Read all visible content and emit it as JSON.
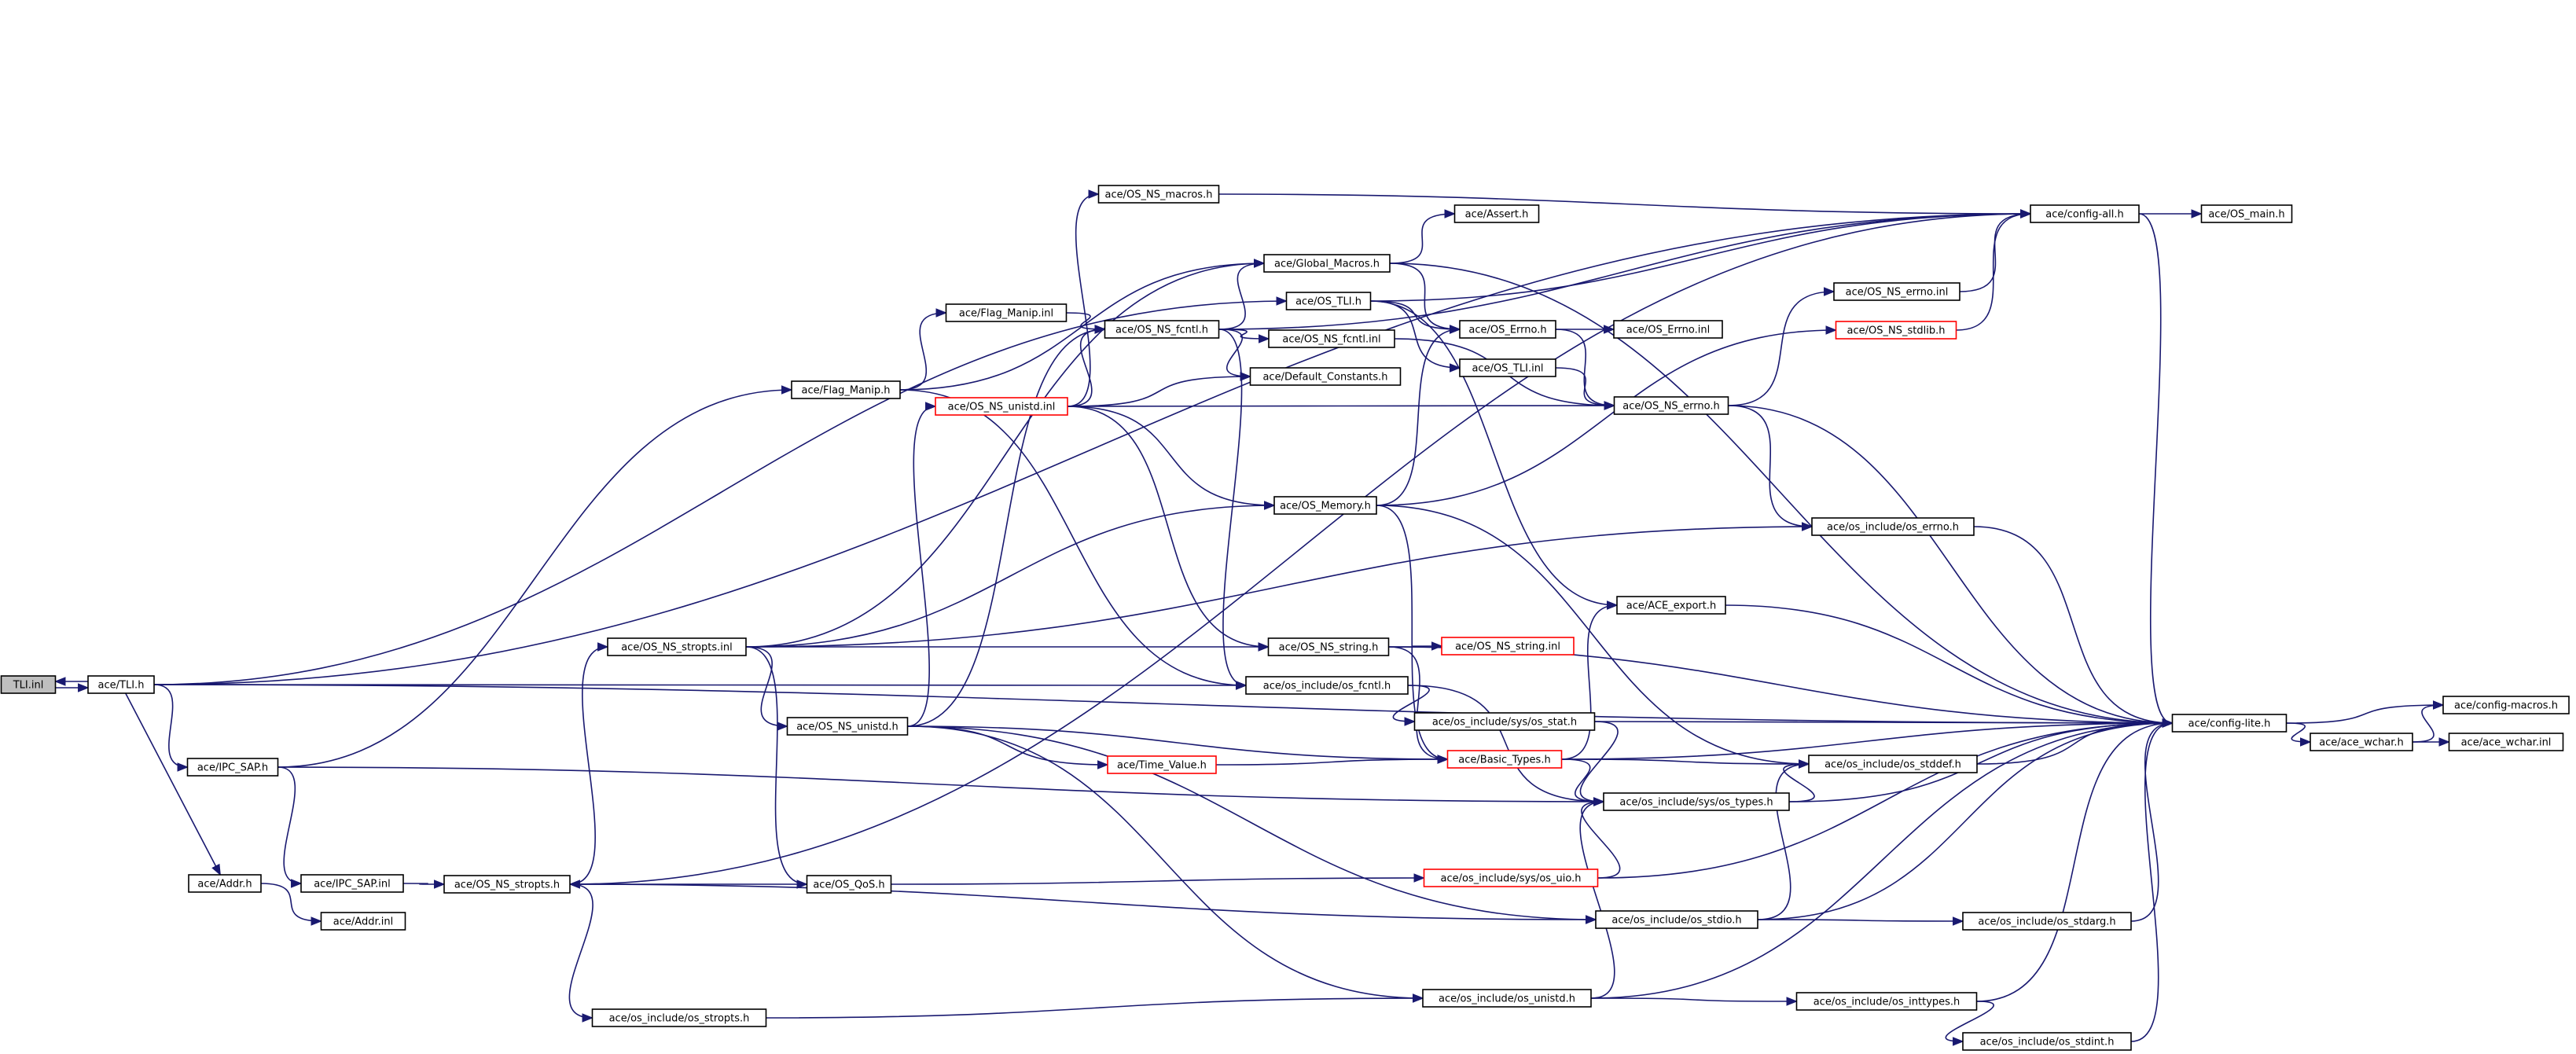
{
  "colors": {
    "edge": "#191970",
    "node_border": "#000000",
    "node_border_truncated": "#ff0000",
    "node_fill": "#ffffff",
    "root_fill": "#bfbfbf",
    "text": "#000000"
  },
  "nodes": [
    {
      "id": "tli_inl",
      "label": "TLI.inl",
      "root": true
    },
    {
      "id": "tli_h",
      "label": "ace/TLI.h"
    },
    {
      "id": "ipc_sap_h",
      "label": "ace/IPC_SAP.h"
    },
    {
      "id": "addr_h",
      "label": "ace/Addr.h"
    },
    {
      "id": "ipc_sap_inl",
      "label": "ace/IPC_SAP.inl"
    },
    {
      "id": "addr_inl",
      "label": "ace/Addr.inl"
    },
    {
      "id": "os_ns_stropts_h",
      "label": "ace/OS_NS_stropts.h"
    },
    {
      "id": "os_include_os_stropts_h",
      "label": "ace/os_include/os_stropts.h"
    },
    {
      "id": "os_ns_stropts_inl",
      "label": "ace/OS_NS_stropts.inl"
    },
    {
      "id": "os_ns_unistd_h",
      "label": "ace/OS_NS_unistd.h"
    },
    {
      "id": "os_qos_h",
      "label": "ace/OS_QoS.h"
    },
    {
      "id": "flag_manip_h",
      "label": "ace/Flag_Manip.h"
    },
    {
      "id": "flag_manip_inl",
      "label": "ace/Flag_Manip.inl"
    },
    {
      "id": "os_ns_unistd_inl",
      "label": "ace/OS_NS_unistd.inl",
      "truncated": true
    },
    {
      "id": "os_ns_macros_h",
      "label": "ace/OS_NS_macros.h"
    },
    {
      "id": "os_ns_fcntl_h",
      "label": "ace/OS_NS_fcntl.h"
    },
    {
      "id": "global_macros_h",
      "label": "ace/Global_Macros.h"
    },
    {
      "id": "os_tli_h",
      "label": "ace/OS_TLI.h"
    },
    {
      "id": "os_ns_fcntl_inl",
      "label": "ace/OS_NS_fcntl.inl"
    },
    {
      "id": "default_constants_h",
      "label": "ace/Default_Constants.h"
    },
    {
      "id": "os_memory_h",
      "label": "ace/OS_Memory.h"
    },
    {
      "id": "os_ns_string_h",
      "label": "ace/OS_NS_string.h"
    },
    {
      "id": "os_include_os_fcntl_h",
      "label": "ace/os_include/os_fcntl.h"
    },
    {
      "id": "time_value_h",
      "label": "ace/Time_Value.h",
      "truncated": true
    },
    {
      "id": "assert_h",
      "label": "ace/Assert.h"
    },
    {
      "id": "os_errno_h",
      "label": "ace/OS_Errno.h"
    },
    {
      "id": "os_tli_inl",
      "label": "ace/OS_TLI.inl"
    },
    {
      "id": "os_ns_string_inl",
      "label": "ace/OS_NS_string.inl",
      "truncated": true
    },
    {
      "id": "os_include_sys_os_stat_h",
      "label": "ace/os_include/sys/os_stat.h"
    },
    {
      "id": "basic_types_h",
      "label": "ace/Basic_Types.h",
      "truncated": true
    },
    {
      "id": "os_include_sys_os_types_h",
      "label": "ace/os_include/sys/os_types.h"
    },
    {
      "id": "os_include_sys_os_uio_h",
      "label": "ace/os_include/sys/os_uio.h",
      "truncated": true
    },
    {
      "id": "os_include_os_stdio_h",
      "label": "ace/os_include/os_stdio.h"
    },
    {
      "id": "os_include_os_unistd_h",
      "label": "ace/os_include/os_unistd.h"
    },
    {
      "id": "os_errno_inl",
      "label": "ace/OS_Errno.inl"
    },
    {
      "id": "os_ns_errno_h",
      "label": "ace/OS_NS_errno.h"
    },
    {
      "id": "ace_export_h",
      "label": "ace/ACE_export.h"
    },
    {
      "id": "os_include_os_errno_h",
      "label": "ace/os_include/os_errno.h"
    },
    {
      "id": "os_include_os_stddef_h",
      "label": "ace/os_include/os_stddef.h"
    },
    {
      "id": "os_include_os_inttypes_h",
      "label": "ace/os_include/os_inttypes.h"
    },
    {
      "id": "os_include_os_stdarg_h",
      "label": "ace/os_include/os_stdarg.h"
    },
    {
      "id": "os_include_os_stdint_h",
      "label": "ace/os_include/os_stdint.h"
    },
    {
      "id": "os_ns_errno_inl",
      "label": "ace/OS_NS_errno.inl"
    },
    {
      "id": "os_ns_stdlib_h",
      "label": "ace/OS_NS_stdlib.h",
      "truncated": true
    },
    {
      "id": "config_all_h",
      "label": "ace/config-all.h"
    },
    {
      "id": "config_lite_h",
      "label": "ace/config-lite.h"
    },
    {
      "id": "os_main_h",
      "label": "ace/OS_main.h"
    },
    {
      "id": "ace_wchar_h",
      "label": "ace/ace_wchar.h"
    },
    {
      "id": "config_macros_h",
      "label": "ace/config-macros.h"
    },
    {
      "id": "ace_wchar_inl",
      "label": "ace/ace_wchar.inl"
    }
  ],
  "edges": [
    [
      "tli_inl",
      "tli_h"
    ],
    [
      "tli_h",
      "tli_inl"
    ],
    [
      "tli_h",
      "ipc_sap_h"
    ],
    [
      "tli_h",
      "addr_h"
    ],
    [
      "tli_h",
      "os_include_os_fcntl_h"
    ],
    [
      "tli_h",
      "os_tli_h"
    ],
    [
      "tli_h",
      "config_all_h"
    ],
    [
      "tli_h",
      "config_lite_h"
    ],
    [
      "ipc_sap_h",
      "ipc_sap_inl"
    ],
    [
      "ipc_sap_h",
      "flag_manip_h"
    ],
    [
      "ipc_sap_h",
      "os_include_sys_os_types_h"
    ],
    [
      "addr_h",
      "addr_inl"
    ],
    [
      "ipc_sap_inl",
      "os_ns_stropts_h"
    ],
    [
      "os_ns_stropts_h",
      "os_ns_stropts_inl"
    ],
    [
      "os_ns_stropts_h",
      "os_include_os_stropts_h"
    ],
    [
      "os_ns_stropts_h",
      "os_include_os_stdio_h"
    ],
    [
      "os_ns_stropts_h",
      "config_all_h"
    ],
    [
      "os_include_os_stropts_h",
      "os_include_os_unistd_h"
    ],
    [
      "os_ns_stropts_inl",
      "os_ns_unistd_h"
    ],
    [
      "os_ns_stropts_inl",
      "os_qos_h"
    ],
    [
      "os_ns_stropts_inl",
      "os_ns_string_h"
    ],
    [
      "os_ns_stropts_inl",
      "os_memory_h"
    ],
    [
      "os_ns_stropts_inl",
      "os_include_os_errno_h"
    ],
    [
      "os_ns_stropts_inl",
      "global_macros_h"
    ],
    [
      "os_ns_unistd_h",
      "os_ns_unistd_inl"
    ],
    [
      "os_ns_unistd_h",
      "time_value_h"
    ],
    [
      "os_ns_unistd_h",
      "basic_types_h"
    ],
    [
      "os_ns_unistd_h",
      "os_include_os_stdio_h"
    ],
    [
      "os_ns_unistd_h",
      "os_include_os_unistd_h"
    ],
    [
      "os_ns_unistd_h",
      "os_ns_fcntl_h"
    ],
    [
      "os_qos_h",
      "os_ns_stropts_h"
    ],
    [
      "os_qos_h",
      "os_include_sys_os_uio_h"
    ],
    [
      "flag_manip_h",
      "flag_manip_inl"
    ],
    [
      "flag_manip_h",
      "os_include_os_fcntl_h"
    ],
    [
      "flag_manip_h",
      "global_macros_h"
    ],
    [
      "flag_manip_inl",
      "os_ns_fcntl_h"
    ],
    [
      "os_ns_unistd_inl",
      "os_ns_macros_h"
    ],
    [
      "os_ns_unistd_inl",
      "os_ns_fcntl_h"
    ],
    [
      "os_ns_unistd_inl",
      "default_constants_h"
    ],
    [
      "os_ns_unistd_inl",
      "os_memory_h"
    ],
    [
      "os_ns_unistd_inl",
      "os_ns_string_h"
    ],
    [
      "os_ns_unistd_inl",
      "os_ns_errno_h"
    ],
    [
      "os_ns_macros_h",
      "config_all_h"
    ],
    [
      "os_ns_fcntl_h",
      "os_ns_fcntl_inl"
    ],
    [
      "os_ns_fcntl_h",
      "default_constants_h"
    ],
    [
      "os_ns_fcntl_h",
      "global_macros_h"
    ],
    [
      "os_ns_fcntl_h",
      "os_include_os_fcntl_h"
    ],
    [
      "os_ns_fcntl_h",
      "config_all_h"
    ],
    [
      "global_macros_h",
      "assert_h"
    ],
    [
      "global_macros_h",
      "os_errno_h"
    ],
    [
      "global_macros_h",
      "config_lite_h"
    ],
    [
      "os_tli_h",
      "os_errno_h"
    ],
    [
      "os_tli_h",
      "os_tli_inl"
    ],
    [
      "os_tli_h",
      "ace_export_h"
    ],
    [
      "os_tli_h",
      "config_all_h"
    ],
    [
      "os_ns_fcntl_inl",
      "os_ns_errno_h"
    ],
    [
      "os_memory_h",
      "os_errno_h"
    ],
    [
      "os_memory_h",
      "basic_types_h"
    ],
    [
      "os_memory_h",
      "os_include_os_stddef_h"
    ],
    [
      "os_memory_h",
      "os_ns_stdlib_h"
    ],
    [
      "os_ns_string_h",
      "os_ns_string_inl"
    ],
    [
      "os_ns_string_h",
      "basic_types_h"
    ],
    [
      "os_ns_string_h",
      "config_lite_h"
    ],
    [
      "os_include_os_fcntl_h",
      "os_include_sys_os_stat_h"
    ],
    [
      "os_include_os_fcntl_h",
      "os_include_sys_os_types_h"
    ],
    [
      "time_value_h",
      "basic_types_h"
    ],
    [
      "os_errno_h",
      "os_errno_inl"
    ],
    [
      "os_errno_h",
      "os_ns_errno_h"
    ],
    [
      "os_tli_inl",
      "os_ns_errno_h"
    ],
    [
      "os_include_sys_os_stat_h",
      "os_include_sys_os_types_h"
    ],
    [
      "os_include_sys_os_stat_h",
      "config_lite_h"
    ],
    [
      "basic_types_h",
      "ace_export_h"
    ],
    [
      "basic_types_h",
      "os_include_os_stddef_h"
    ],
    [
      "basic_types_h",
      "config_lite_h"
    ],
    [
      "basic_types_h",
      "os_include_sys_os_types_h"
    ],
    [
      "os_include_sys_os_types_h",
      "os_include_os_stddef_h"
    ],
    [
      "os_include_sys_os_types_h",
      "config_lite_h"
    ],
    [
      "os_include_sys_os_uio_h",
      "os_include_sys_os_types_h"
    ],
    [
      "os_include_sys_os_uio_h",
      "config_lite_h"
    ],
    [
      "os_include_os_stdio_h",
      "os_include_os_stddef_h"
    ],
    [
      "os_include_os_stdio_h",
      "os_include_os_stdarg_h"
    ],
    [
      "os_include_os_stdio_h",
      "config_lite_h"
    ],
    [
      "os_include_os_unistd_h",
      "os_include_sys_os_types_h"
    ],
    [
      "os_include_os_unistd_h",
      "os_include_os_inttypes_h"
    ],
    [
      "os_include_os_unistd_h",
      "config_lite_h"
    ],
    [
      "os_ns_errno_h",
      "os_ns_errno_inl"
    ],
    [
      "os_ns_errno_h",
      "os_include_os_errno_h"
    ],
    [
      "os_ns_errno_h",
      "config_lite_h"
    ],
    [
      "ace_export_h",
      "config_lite_h"
    ],
    [
      "os_include_os_errno_h",
      "config_lite_h"
    ],
    [
      "os_include_os_stddef_h",
      "config_lite_h"
    ],
    [
      "os_include_os_inttypes_h",
      "os_include_os_stdint_h"
    ],
    [
      "os_include_os_inttypes_h",
      "config_lite_h"
    ],
    [
      "os_include_os_stdarg_h",
      "config_lite_h"
    ],
    [
      "os_include_os_stdint_h",
      "config_lite_h"
    ],
    [
      "os_ns_errno_inl",
      "config_all_h"
    ],
    [
      "os_ns_stdlib_h",
      "config_all_h"
    ],
    [
      "config_all_h",
      "os_main_h"
    ],
    [
      "config_all_h",
      "config_lite_h"
    ],
    [
      "config_lite_h",
      "ace_wchar_h"
    ],
    [
      "config_lite_h",
      "config_macros_h"
    ],
    [
      "ace_wchar_h",
      "config_macros_h"
    ],
    [
      "ace_wchar_h",
      "ace_wchar_inl"
    ]
  ]
}
